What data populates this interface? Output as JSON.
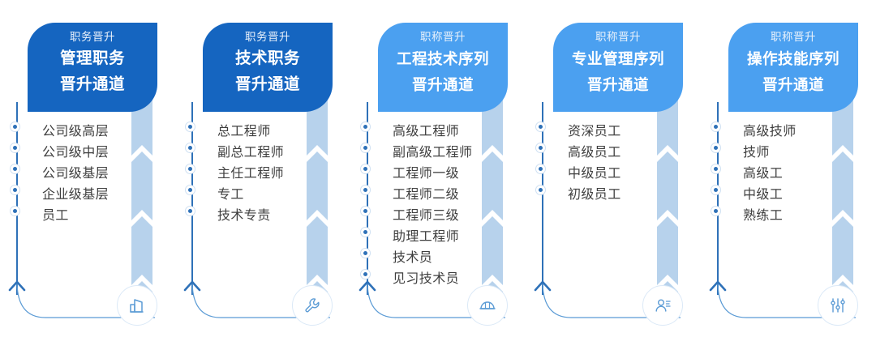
{
  "palette": {
    "header_dark": "#1565C0",
    "header_light": "#4BA0F0",
    "strip": "#B7D2EC",
    "line": "#2E71B8",
    "dot_center": "#2E71B8",
    "icon_stroke": "#5B9BD5",
    "item_text": "#3F3F3F",
    "kicker_text": "#EAF2FB",
    "page_background": "#FFFFFF"
  },
  "cards": [
    {
      "kicker": "职务晋升",
      "title_line1": "管理职务",
      "title_line2": "晋升通道",
      "header_color": "#1565C0",
      "icon": "building-icon",
      "items": [
        "公司级高层",
        "公司级中层",
        "公司级基层",
        "企业级基层",
        "员工"
      ]
    },
    {
      "kicker": "职务晋升",
      "title_line1": "技术职务",
      "title_line2": "晋升通道",
      "header_color": "#1565C0",
      "icon": "wrench-icon",
      "items": [
        "总工程师",
        "副总工程师",
        "主任工程师",
        "专工",
        "技术专责"
      ]
    },
    {
      "kicker": "职称晋升",
      "title_line1": "工程技术序列",
      "title_line2": "晋升通道",
      "header_color": "#4BA0F0",
      "icon": "hardhat-icon",
      "items": [
        "高级工程师",
        "副高级工程师",
        "工程师一级",
        "工程师二级",
        "工程师三级",
        "助理工程师",
        "技术员",
        "见习技术员"
      ]
    },
    {
      "kicker": "职称晋升",
      "title_line1": "专业管理序列",
      "title_line2": "晋升通道",
      "header_color": "#4BA0F0",
      "icon": "user-profile-icon",
      "items": [
        "资深员工",
        "高级员工",
        "中级员工",
        "初级员工"
      ]
    },
    {
      "kicker": "职称晋升",
      "title_line1": "操作技能序列",
      "title_line2": "晋升通道",
      "header_color": "#4BA0F0",
      "icon": "sliders-icon",
      "items": [
        "高级技师",
        "技师",
        "高级工",
        "中级工",
        "熟练工"
      ]
    }
  ]
}
